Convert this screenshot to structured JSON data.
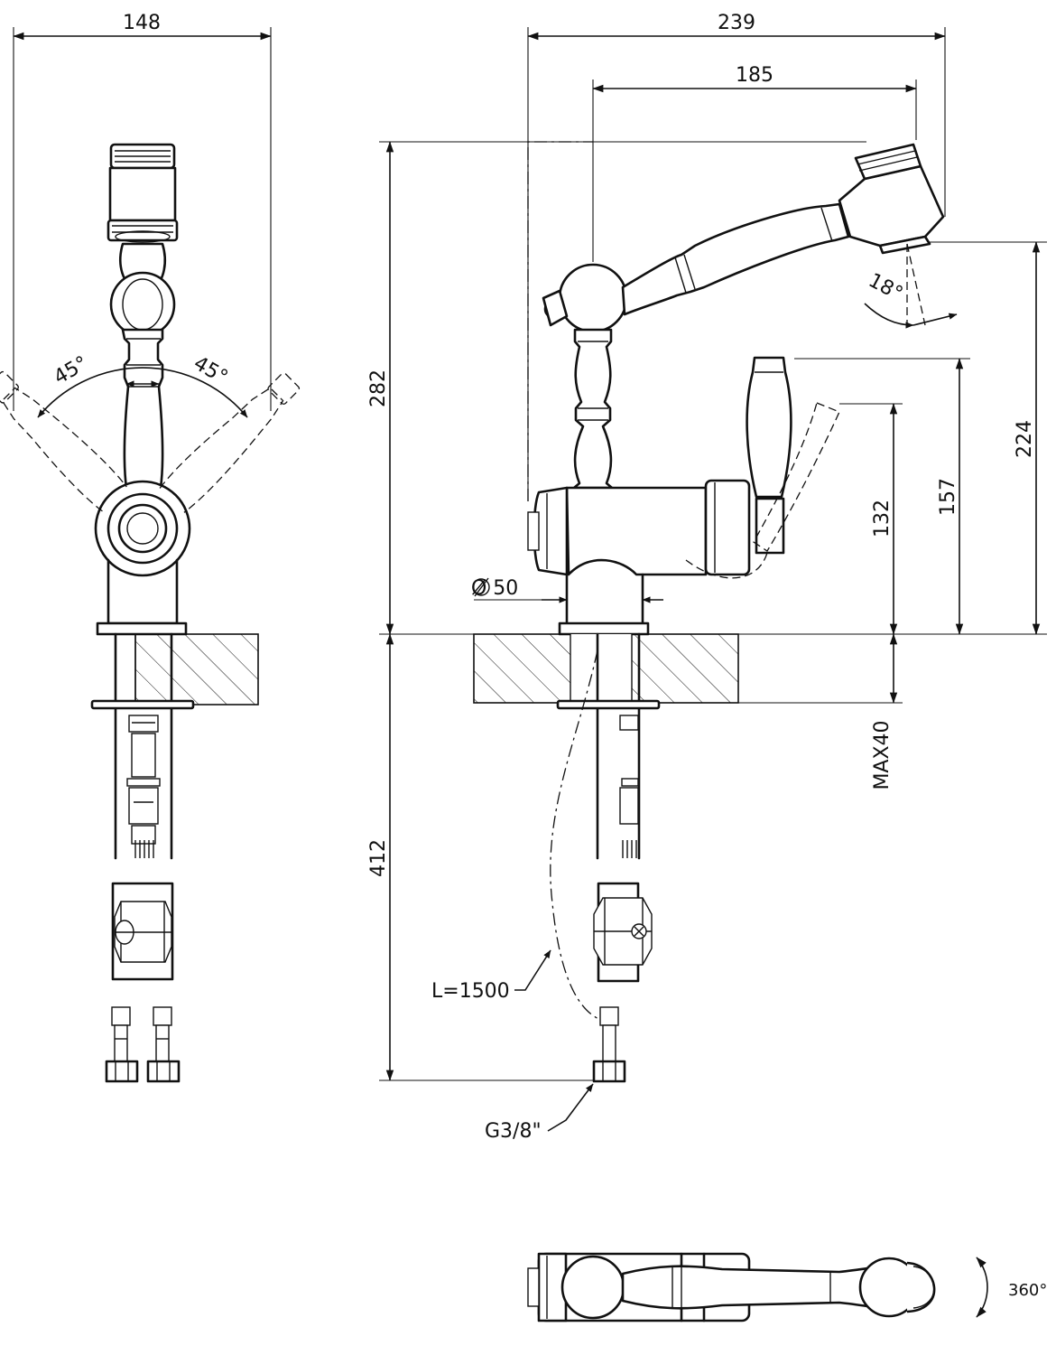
{
  "dimensions": {
    "width_side": "148",
    "total_reach": "239",
    "spout_reach": "185",
    "total_height": "282",
    "aerator_height": "224",
    "lever_height": "157",
    "lever_low_height": "132",
    "hose_depth": "412",
    "base_diameter": "Ø 50",
    "max_deck_thickness": "MAX40",
    "angle_left": "45°",
    "angle_right": "45°",
    "spray_angle": "18°",
    "rotation": "360°"
  },
  "labels": {
    "hose_length": "L=1500",
    "thread": "G3/8\""
  }
}
